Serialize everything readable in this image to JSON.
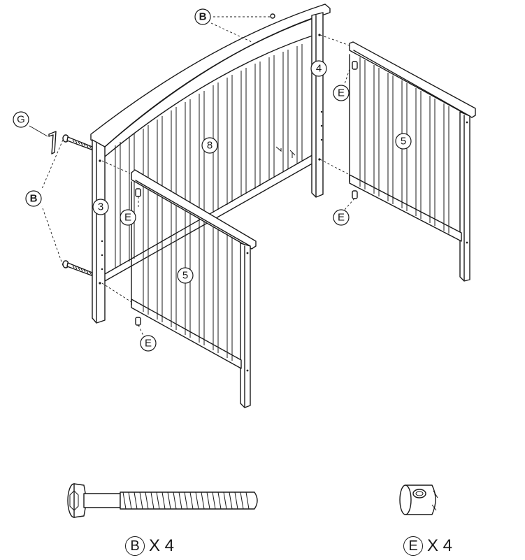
{
  "callouts": {
    "b_top": "B",
    "b_left": "B",
    "g": "G",
    "rail_head": "8",
    "post_left": "3",
    "post_right": "4",
    "side_front": "5",
    "side_back": "5",
    "e_left_upper": "E",
    "e_left_lower": "E",
    "e_right_upper": "E",
    "e_right_lower": "E"
  },
  "legend": {
    "bolt": {
      "letter": "B",
      "qty": "X 4"
    },
    "nut": {
      "letter": "E",
      "qty": "X 4"
    }
  }
}
